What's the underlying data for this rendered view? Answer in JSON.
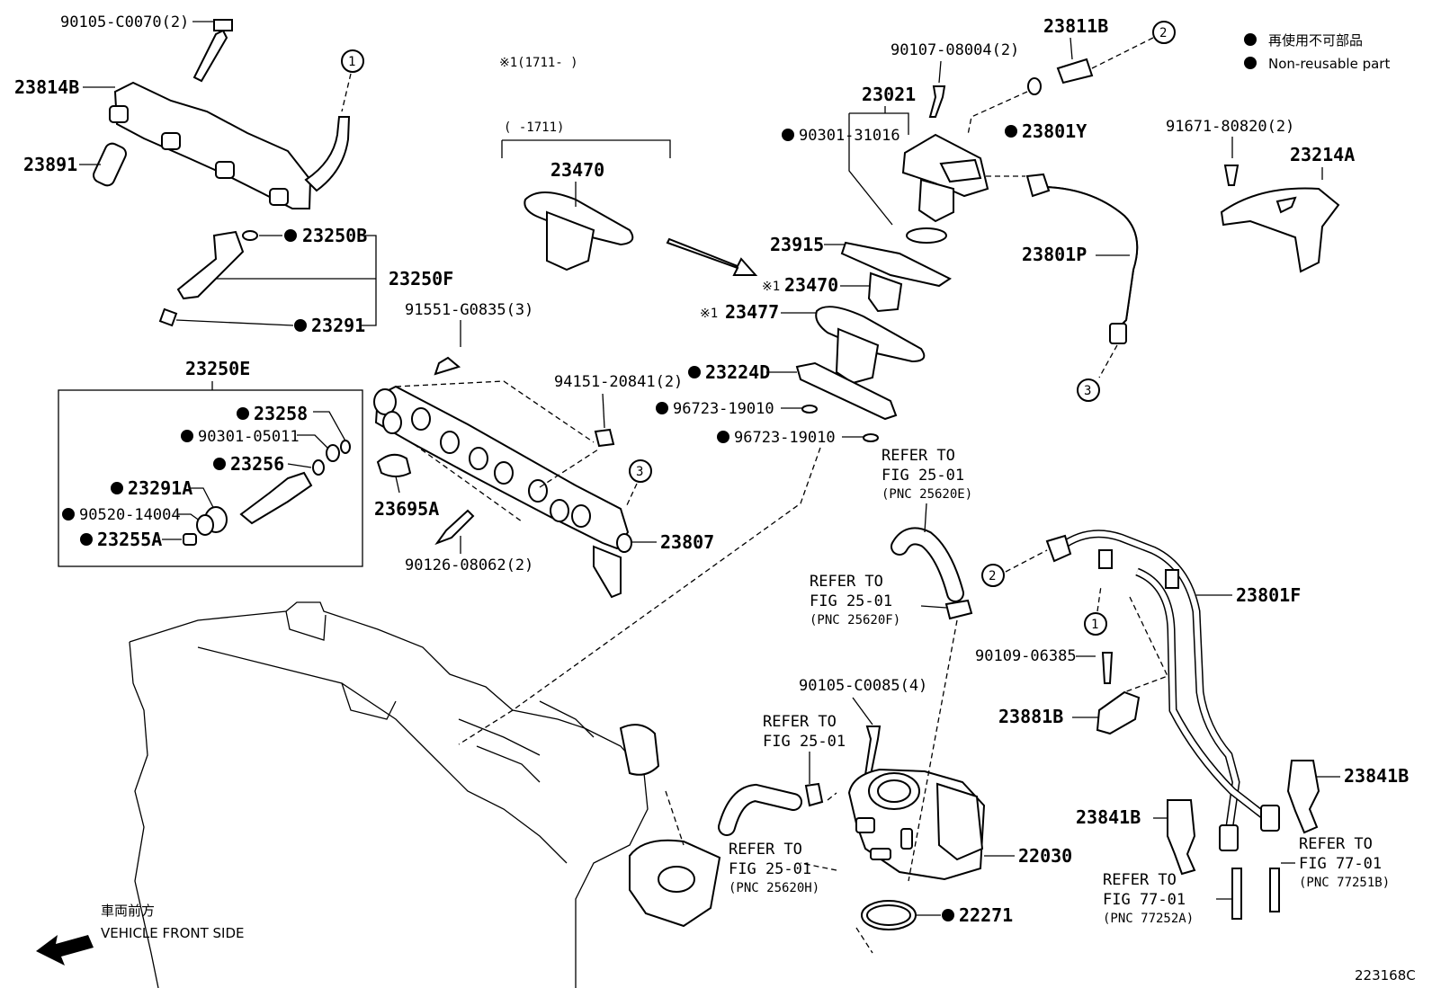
{
  "legend": {
    "jp": "再使用不可部品",
    "en": "Non-reusable part"
  },
  "figure_id": "223168C",
  "front_side": {
    "jp": "車両前方",
    "en": "VEHICLE FRONT SIDE"
  },
  "note_after": "※1(1711-    )",
  "note_before": "(    -1711)",
  "parts": {
    "p90105_C0070": "90105-C0070(2)",
    "p23814B": "23814B",
    "p23891": "23891",
    "p23250B": "23250B",
    "p23250F": "23250F",
    "p23291": "23291",
    "p91551": "91551-G0835(3)",
    "p23250E": "23250E",
    "p23258": "23258",
    "p90301_05011": "90301-05011",
    "p23256": "23256",
    "p23291A": "23291A",
    "p90520": "90520-14004",
    "p23255A": "23255A",
    "p23695A": "23695A",
    "p94151": "94151-20841(2)",
    "p90126": "90126-08062(2)",
    "p23807": "23807",
    "p23470_top": "23470",
    "p23915": "23915",
    "p23470_x": "23470",
    "p23477": "23477",
    "p23224D": "23224D",
    "p96723_a": "96723-19010",
    "p96723_b": "96723-19010",
    "p90107": "90107-08004(2)",
    "p23021": "23021",
    "p90301_31016": "90301-31016",
    "p23811B": "23811B",
    "p23801Y": "23801Y",
    "p23801P": "23801P",
    "p91671": "91671-80820(2)",
    "p23214A": "23214A",
    "p23801F": "23801F",
    "p90109": "90109-06385",
    "p23881B": "23881B",
    "p23841B_r": "23841B",
    "p23841B_l": "23841B",
    "p90105_C0085": "90105-C0085(4)",
    "p22030": "22030",
    "p22271": "22271"
  },
  "x_mark": "※1",
  "circle_marks": [
    "1",
    "2",
    "3"
  ],
  "refs": {
    "r1": {
      "l1": "REFER TO",
      "l2": "FIG 25-01",
      "l3": "(PNC 25620E)"
    },
    "r2": {
      "l1": "REFER TO",
      "l2": "FIG 25-01",
      "l3": "(PNC 25620F)"
    },
    "r3": {
      "l1": "REFER TO",
      "l2": "FIG 25-01"
    },
    "r4": {
      "l1": "REFER TO",
      "l2": "FIG 25-01",
      "l3": "(PNC 25620H)"
    },
    "r5": {
      "l1": "REFER TO",
      "l2": "FIG 77-01",
      "l3": "(PNC 77252A)"
    },
    "r6": {
      "l1": "REFER TO",
      "l2": "FIG 77-01",
      "l3": "(PNC 77251B)"
    }
  }
}
